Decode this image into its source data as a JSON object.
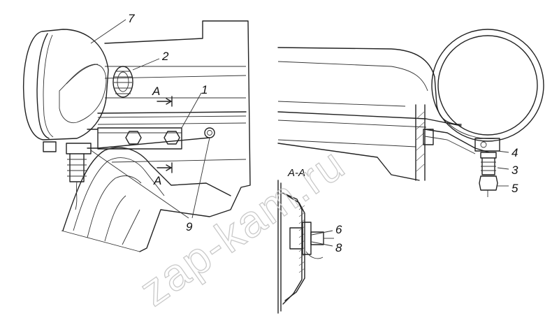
{
  "diagram": {
    "callouts": [
      {
        "id": "7",
        "text": "7"
      },
      {
        "id": "2",
        "text": "2"
      },
      {
        "id": "1",
        "text": "1"
      },
      {
        "id": "4",
        "text": "4"
      },
      {
        "id": "3",
        "text": "3"
      },
      {
        "id": "5",
        "text": "5"
      },
      {
        "id": "6",
        "text": "6"
      },
      {
        "id": "8",
        "text": "8"
      },
      {
        "id": "9",
        "text": "9"
      }
    ],
    "section_marks": {
      "top": "A",
      "bottom": "A",
      "section_view": "A-A"
    },
    "watermark": "zap-kam.ru"
  }
}
